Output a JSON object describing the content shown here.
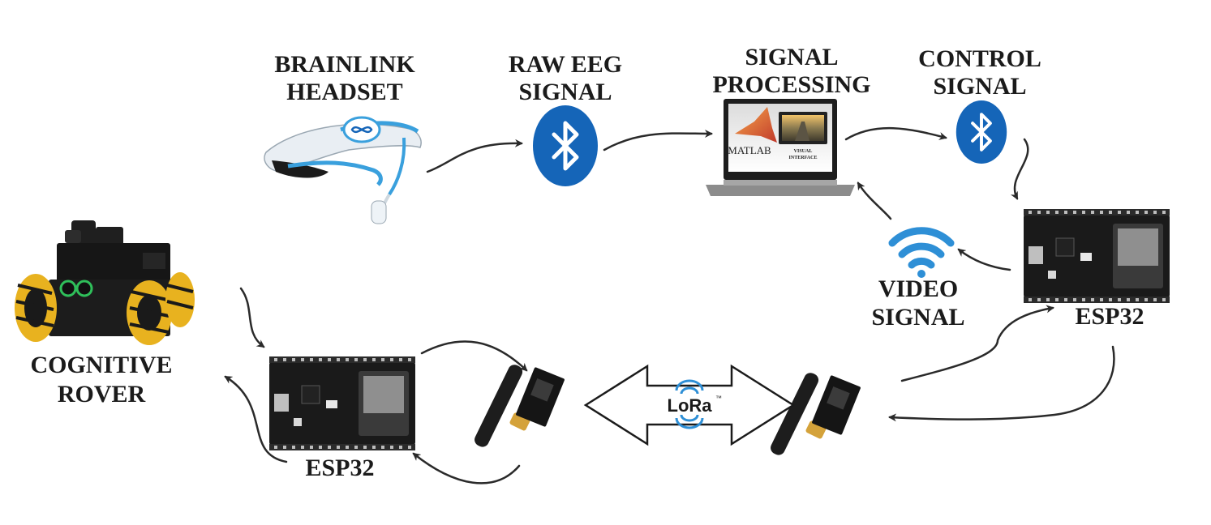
{
  "labels": {
    "headset_line1": "BRAINLINK",
    "headset_line2": "HEADSET",
    "raw_eeg_line1": "RAW EEG",
    "raw_eeg_line2": "SIGNAL",
    "processing_line1": "SIGNAL",
    "processing_line2": "PROCESSING",
    "control_line1": "CONTROL",
    "control_line2": "SIGNAL",
    "video_line1": "VIDEO",
    "video_line2": "SIGNAL",
    "esp32_right": "ESP32",
    "esp32_left": "ESP32",
    "rover_line1": "COGNITIVE",
    "rover_line2": "ROVER"
  },
  "laptop": {
    "matlab_text": "MATLAB",
    "visual_line1": "VISUAL",
    "visual_line2": "INTERFACE"
  },
  "lora": {
    "logo_text": "LoRa",
    "tm": "™"
  },
  "icons": {
    "bluetooth": "bluetooth-icon",
    "wifi": "wifi-icon",
    "lora": "lora-logo-icon"
  },
  "colors": {
    "bluetooth_blue": "#1565b8",
    "wifi_blue": "#2e8fd6",
    "headset_blue": "#3aa0dd",
    "pcb_black": "#1a1a1a",
    "rover_yellow": "#e8b21f",
    "arrow": "#2a2a2a"
  }
}
